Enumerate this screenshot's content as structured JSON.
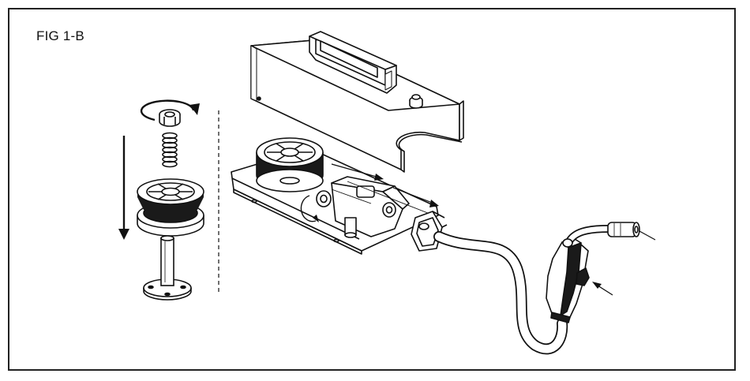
{
  "figure": {
    "label": "FIG 1-B"
  },
  "colors": {
    "frame": "#222222",
    "line": "#111111",
    "wire": "#1a1a1a",
    "background": "#ffffff"
  },
  "icons": [
    "rotation-arrow-icon",
    "downward-arrow-icon",
    "wire-feed-direction-arrow-icon",
    "pointer-arrow-icon"
  ],
  "parts": [
    "retaining-nut",
    "spring",
    "wire-spool",
    "spool-spindle",
    "welder-cover",
    "handle",
    "cover-knob",
    "feed-tray",
    "drive-roller-assembly",
    "cable-inlet",
    "gun-cable",
    "mig-gun-handle",
    "gun-trigger",
    "gun-neck",
    "contact-tip"
  ]
}
